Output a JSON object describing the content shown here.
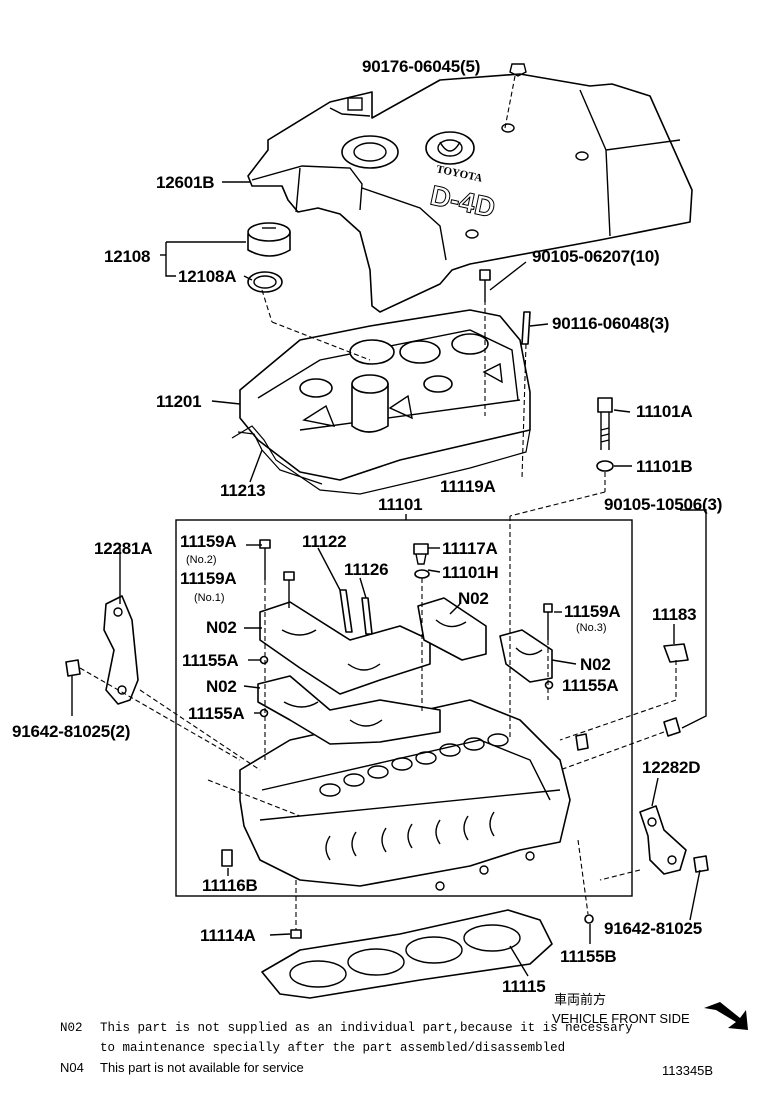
{
  "labels": {
    "bolt_cover": "90176-06045(5)",
    "head_cover": "12601B",
    "oil_cap": "12108",
    "oil_cap_gasket": "12108A",
    "cover_bolt": "90105-06207(10)",
    "stud": "90116-06048(3)",
    "cylinder_head_cover": "11201",
    "cover_gasket": "11213",
    "cover_gasket_item": "11119A",
    "head_bolt": "11101A",
    "head_washer": "11101B",
    "head_sub_assy": "11101",
    "bolt_10506": "90105-10506(3)",
    "engine_hanger_1": "12281A",
    "bolt_11159a_no2": "11159A",
    "no2_tag_a": "(No.2)",
    "bolt_11159a_no1": "11159A",
    "no1_tag": "(No.1)",
    "guide_11122": "11122",
    "guide_11126": "11126",
    "plug_11117a": "11117A",
    "gasket_11101h": "11101H",
    "n02_top": "N02",
    "bolt_11159a_no3": "11159A",
    "no3_tag": "(No.3)",
    "pin_11183": "11183",
    "n02_left1": "N02",
    "ring_11155a_left1": "11155A",
    "n02_right": "N02",
    "ring_11155a_right": "11155A",
    "n02_left2": "N02",
    "ring_11155a_left2": "11155A",
    "bolt_81025_2": "91642-81025(2)",
    "hanger_2": "12282D",
    "plug_11116b": "11116B",
    "pin_11114a": "11114A",
    "ring_11155b": "11155B",
    "bolt_81025": "91642-81025",
    "head_gasket": "11115",
    "logo_text": "TOYOTA",
    "engine_badge": "D-4D"
  },
  "direction": {
    "kanji": "車両前方",
    "english": "VEHICLE FRONT SIDE"
  },
  "notes": [
    {
      "code": "N02",
      "line1": "This part is not supplied as an individual part,because it is necessary",
      "line2": "to maintenance specially after the part assembled/disassembled"
    },
    {
      "code": "N04",
      "line1": "This part is not available for service",
      "line2": ""
    }
  ],
  "figure_id": "113345B"
}
